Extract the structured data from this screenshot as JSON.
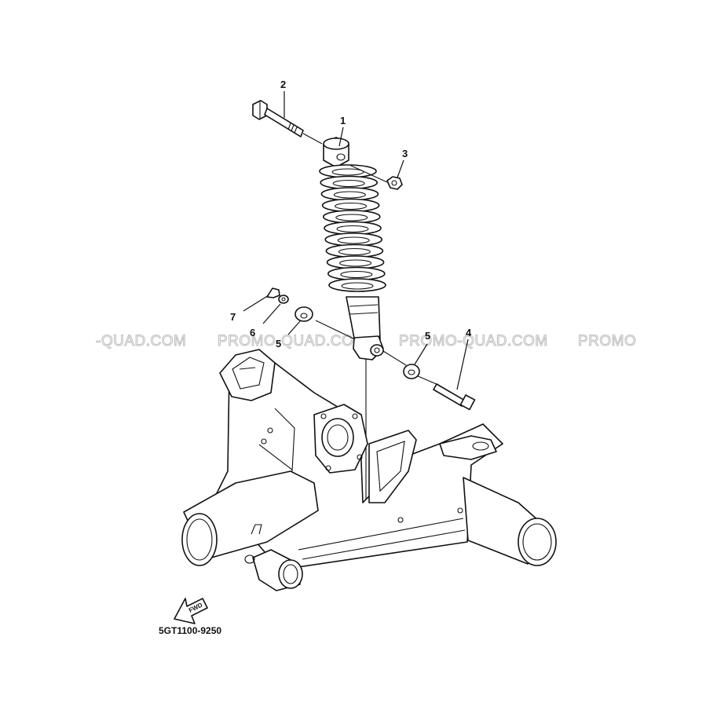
{
  "callouts": [
    {
      "id": "c2",
      "text": "2"
    },
    {
      "id": "c1",
      "text": "1"
    },
    {
      "id": "c3",
      "text": "3"
    },
    {
      "id": "c7",
      "text": "7"
    },
    {
      "id": "c6",
      "text": "6"
    },
    {
      "id": "c5a",
      "text": "5"
    },
    {
      "id": "c5b",
      "text": "5"
    },
    {
      "id": "c4",
      "text": "4"
    }
  ],
  "watermarks": [
    "-QUAD.COM",
    "PROMO-QUAD.COM",
    "PROMO-QUAD.COM",
    "PROMO"
  ],
  "fwd_label": "FWD",
  "diagram_code": "5GT1100-9250"
}
